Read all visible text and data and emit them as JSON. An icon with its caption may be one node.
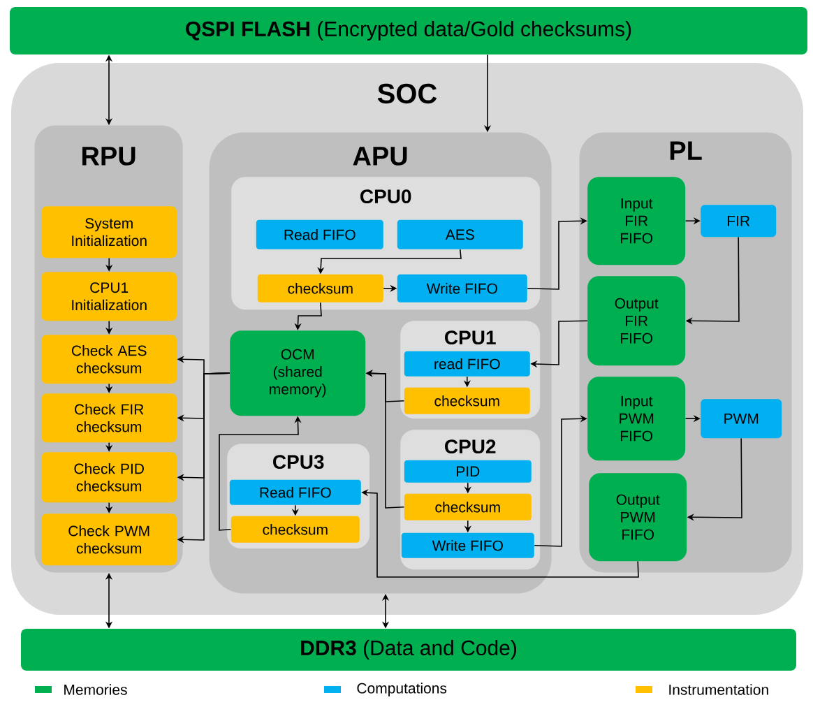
{
  "diagram": {
    "nodes": [
      {
        "text": [
          "**QSPI FLASH** (Encrypted data/Gold checksums)"
        ]
      },
      {
        "text": [
          "SOC"
        ]
      },
      {
        "text": [
          "RPU"
        ],
        "in": 1
      },
      {
        "text": [
          "System Initialization"
        ],
        "in": 2
      },
      {
        "text": [
          "CPU1 Initialization"
        ],
        "in": 2
      },
      {
        "text": [
          "Check AES checksum"
        ],
        "in": 2
      },
      {
        "text": [
          "Check FIR checksum"
        ],
        "in": 2
      },
      {
        "text": [
          "Check PID checksum"
        ],
        "in": 2
      },
      {
        "text": [
          "Check PWM checksum"
        ],
        "in": 2
      },
      {
        "text": [
          "APU"
        ],
        "in": 1
      },
      {
        "text": [
          "CPU0"
        ],
        "in": 9
      },
      {
        "text": [
          "Read FIFO"
        ],
        "in": 10
      },
      {
        "text": [
          "AES"
        ],
        "in": 10
      },
      {
        "text": [
          "checksum"
        ],
        "in": 10
      },
      {
        "text": [
          "Write FIFO"
        ],
        "in": 10
      },
      {
        "text": [
          "OCM (shared memory)"
        ],
        "in": 9
      },
      {
        "text": [
          "CPU1"
        ],
        "in": 9
      },
      {
        "text": [
          "read FIFO"
        ],
        "in": 16
      },
      {
        "text": [
          "checksum"
        ],
        "in": 16
      },
      {
        "text": [
          "CPU2"
        ],
        "in": 9
      },
      {
        "text": [
          "PID"
        ],
        "in": 19
      },
      {
        "text": [
          "checksum"
        ],
        "in": 19
      },
      {
        "text": [
          "Write FIFO"
        ],
        "in": 19
      },
      {
        "text": [
          "CPU3"
        ],
        "in": 9
      },
      {
        "text": [
          "Read FIFO"
        ],
        "in": 23
      },
      {
        "text": [
          "checksum"
        ],
        "in": 23
      },
      {
        "text": [
          "PL"
        ],
        "in": 1
      },
      {
        "text": [
          "Input FIR FIFO"
        ],
        "in": 26
      },
      {
        "text": [
          "FIR"
        ],
        "in": 26
      },
      {
        "text": [
          "Output FIR FIFO"
        ],
        "in": 26
      },
      {
        "text": [
          "Input PWM FIFO"
        ],
        "in": 26
      },
      {
        "text": [
          "PWM"
        ],
        "in": 26
      },
      {
        "text": [
          "Output PWM FIFO"
        ],
        "in": 26
      },
      {
        "text": [
          "**DDR3** (Data and Code)"
        ]
      }
    ],
    "edges": [
      {
        "from": 0,
        "to": 2,
        "arrow": "both"
      },
      {
        "from": 0,
        "to": 9,
        "arrow": "to"
      },
      {
        "from": 3,
        "to": 4,
        "arrow": "to"
      },
      {
        "from": 4,
        "to": 5,
        "arrow": "to"
      },
      {
        "from": 5,
        "to": 6,
        "arrow": "to"
      },
      {
        "from": 6,
        "to": 7,
        "arrow": "to"
      },
      {
        "from": 7,
        "to": 8,
        "arrow": "to"
      },
      {
        "from": 12,
        "to": 13,
        "arrow": "to"
      },
      {
        "from": 13,
        "to": 14,
        "arrow": "to"
      },
      {
        "from": 13,
        "to": 15,
        "arrow": "to"
      },
      {
        "from": 14,
        "to": 27,
        "arrow": "to"
      },
      {
        "from": 27,
        "to": 28,
        "arrow": "to"
      },
      {
        "from": 28,
        "to": 29,
        "arrow": "to"
      },
      {
        "from": 29,
        "to": 17,
        "arrow": "to"
      },
      {
        "from": 17,
        "to": 18,
        "arrow": "to"
      },
      {
        "from": 18,
        "to": 15,
        "arrow": "to"
      },
      {
        "from": 20,
        "to": 21,
        "arrow": "to"
      },
      {
        "from": 21,
        "to": 22,
        "arrow": "to"
      },
      {
        "from": 21,
        "to": 15,
        "arrow": "to"
      },
      {
        "from": 22,
        "to": 30,
        "arrow": "to"
      },
      {
        "from": 30,
        "to": 31,
        "arrow": "to"
      },
      {
        "from": 31,
        "to": 32,
        "arrow": "to"
      },
      {
        "from": 32,
        "to": 24,
        "arrow": "to"
      },
      {
        "from": 24,
        "to": 25,
        "arrow": "to"
      },
      {
        "from": 25,
        "to": 15,
        "arrow": "to"
      },
      {
        "from": 15,
        "to": 5,
        "arrow": "to"
      },
      {
        "from": 15,
        "to": 6,
        "arrow": "to"
      },
      {
        "from": 15,
        "to": 7,
        "arrow": "to"
      },
      {
        "from": 15,
        "to": 8,
        "arrow": "to"
      },
      {
        "from": 2,
        "to": 33,
        "arrow": "both"
      },
      {
        "from": 9,
        "to": 33,
        "arrow": "both"
      }
    ],
    "legend": [
      {
        "text": "Memories",
        "color": "#00b050"
      },
      {
        "text": "Computations",
        "color": "#00b0f0"
      },
      {
        "text": "Instrumentation",
        "color": "#ffc000"
      }
    ]
  }
}
